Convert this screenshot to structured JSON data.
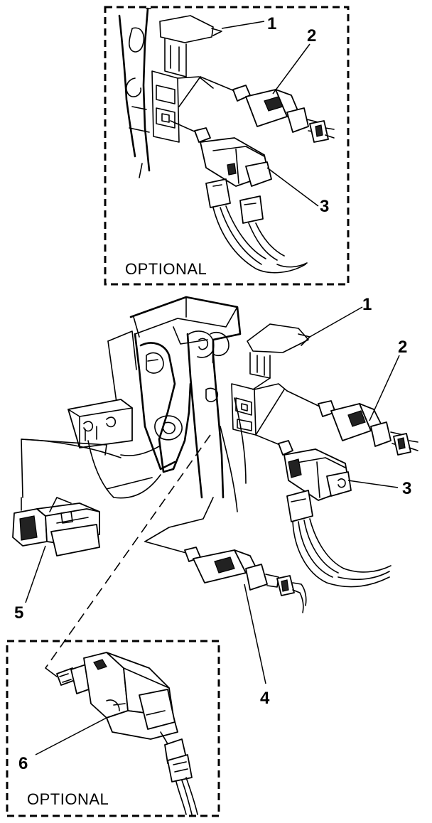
{
  "optional_boxes": [
    {
      "label": "OPTIONAL"
    },
    {
      "label": "OPTIONAL"
    }
  ],
  "callouts": {
    "top": [
      "1",
      "2",
      "3"
    ],
    "main": [
      "1",
      "2",
      "3",
      "4",
      "5"
    ],
    "bottom": [
      "6"
    ]
  }
}
